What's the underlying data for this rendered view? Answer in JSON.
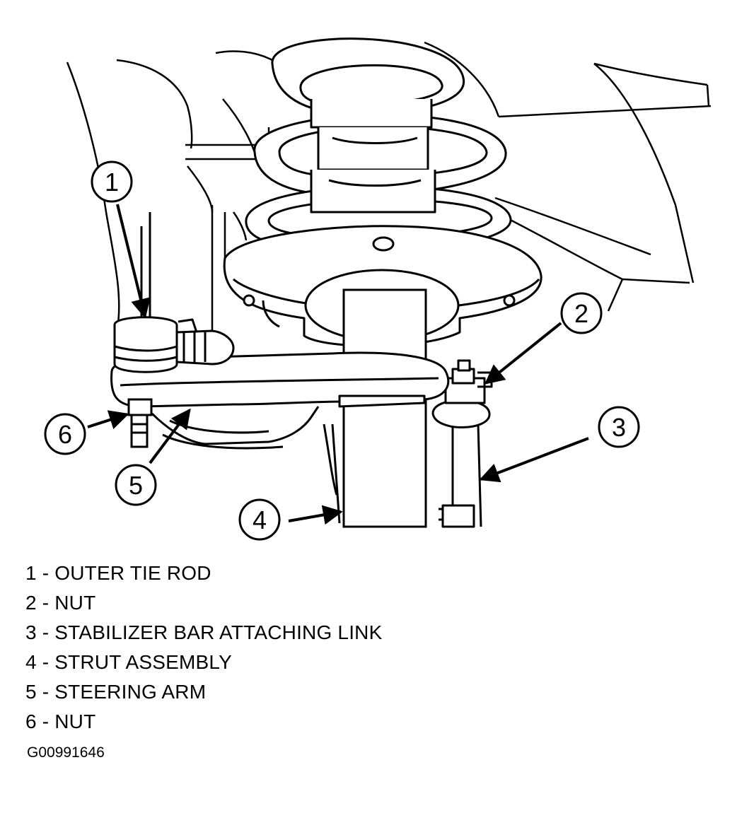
{
  "callouts": [
    "1",
    "2",
    "3",
    "4",
    "5",
    "6"
  ],
  "legend": [
    "1 - OUTER TIE ROD",
    "2 - NUT",
    "3 - STABILIZER BAR ATTACHING LINK",
    "4 - STRUT ASSEMBLY",
    "5 - STEERING ARM",
    "6 - NUT"
  ],
  "figure_id": "G00991646"
}
